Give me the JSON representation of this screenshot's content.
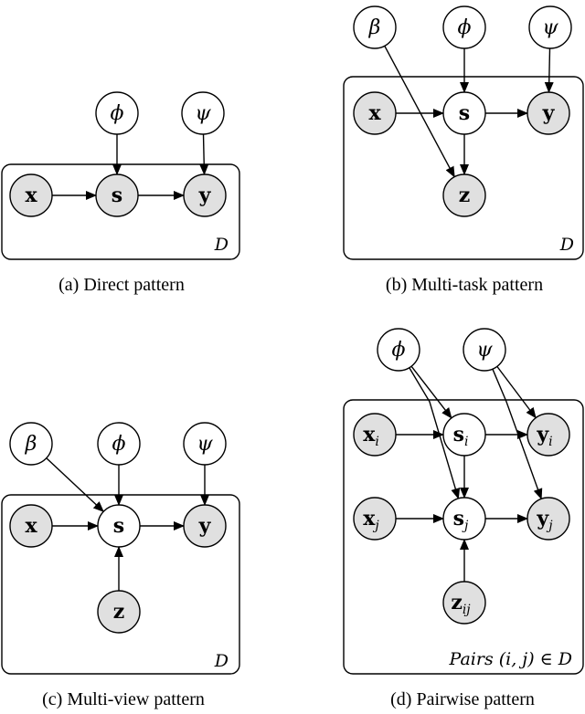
{
  "colors": {
    "observed": "#e0e0e0",
    "latent": "#ffffff",
    "stroke": "#000000"
  },
  "panels": [
    {
      "id": "a",
      "caption": "(a)  Direct pattern",
      "plate_label": "D",
      "nodes": [
        {
          "id": "phi",
          "label": "ϕ",
          "style": "italic",
          "observed": false
        },
        {
          "id": "psi",
          "label": "ψ",
          "style": "italic",
          "observed": false
        },
        {
          "id": "x",
          "label": "x",
          "style": "bold",
          "observed": true
        },
        {
          "id": "s",
          "label": "s",
          "style": "bold",
          "observed": true
        },
        {
          "id": "y",
          "label": "y",
          "style": "bold",
          "observed": true
        }
      ],
      "edges": [
        {
          "from": "x",
          "to": "s"
        },
        {
          "from": "s",
          "to": "y"
        },
        {
          "from": "phi",
          "to": "s"
        },
        {
          "from": "psi",
          "to": "y"
        }
      ]
    },
    {
      "id": "b",
      "caption": "(b)  Multi-task pattern",
      "plate_label": "D",
      "nodes": [
        {
          "id": "beta",
          "label": "β",
          "style": "italic",
          "observed": false
        },
        {
          "id": "phi",
          "label": "ϕ",
          "style": "italic",
          "observed": false
        },
        {
          "id": "psi",
          "label": "ψ",
          "style": "italic",
          "observed": false
        },
        {
          "id": "x",
          "label": "x",
          "style": "bold",
          "observed": true
        },
        {
          "id": "s",
          "label": "s",
          "style": "bold",
          "observed": false
        },
        {
          "id": "y",
          "label": "y",
          "style": "bold",
          "observed": true
        },
        {
          "id": "z",
          "label": "z",
          "style": "bold",
          "observed": true
        }
      ],
      "edges": [
        {
          "from": "x",
          "to": "s"
        },
        {
          "from": "s",
          "to": "y"
        },
        {
          "from": "phi",
          "to": "s"
        },
        {
          "from": "psi",
          "to": "y"
        },
        {
          "from": "s",
          "to": "z"
        },
        {
          "from": "beta",
          "to": "z"
        }
      ]
    },
    {
      "id": "c",
      "caption": "(c)  Multi-view pattern",
      "plate_label": "D",
      "nodes": [
        {
          "id": "beta",
          "label": "β",
          "style": "italic",
          "observed": false
        },
        {
          "id": "phi",
          "label": "ϕ",
          "style": "italic",
          "observed": false
        },
        {
          "id": "psi",
          "label": "ψ",
          "style": "italic",
          "observed": false
        },
        {
          "id": "x",
          "label": "x",
          "style": "bold",
          "observed": true
        },
        {
          "id": "s",
          "label": "s",
          "style": "bold",
          "observed": false
        },
        {
          "id": "y",
          "label": "y",
          "style": "bold",
          "observed": true
        },
        {
          "id": "z",
          "label": "z",
          "style": "bold",
          "observed": true
        }
      ],
      "edges": [
        {
          "from": "x",
          "to": "s"
        },
        {
          "from": "s",
          "to": "y"
        },
        {
          "from": "phi",
          "to": "s"
        },
        {
          "from": "psi",
          "to": "y"
        },
        {
          "from": "beta",
          "to": "s"
        },
        {
          "from": "z",
          "to": "s"
        }
      ]
    },
    {
      "id": "d",
      "caption": "(d)  Pairwise pattern",
      "plate_label": "Pairs (i, j) ∈ D",
      "nodes": [
        {
          "id": "phi",
          "label": "ϕ",
          "sub": "",
          "style": "italic",
          "observed": false
        },
        {
          "id": "psi",
          "label": "ψ",
          "sub": "",
          "style": "italic",
          "observed": false
        },
        {
          "id": "xi",
          "label": "x",
          "sub": "i",
          "style": "bold",
          "observed": true
        },
        {
          "id": "si",
          "label": "s",
          "sub": "i",
          "style": "bold",
          "observed": false
        },
        {
          "id": "yi",
          "label": "y",
          "sub": "i",
          "style": "bold",
          "observed": true
        },
        {
          "id": "xj",
          "label": "x",
          "sub": "j",
          "style": "bold",
          "observed": true
        },
        {
          "id": "sj",
          "label": "s",
          "sub": "j",
          "style": "bold",
          "observed": false
        },
        {
          "id": "yj",
          "label": "y",
          "sub": "j",
          "style": "bold",
          "observed": true
        },
        {
          "id": "zij",
          "label": "z",
          "sub": "ij",
          "style": "bold",
          "observed": true
        }
      ],
      "edges": [
        {
          "from": "xi",
          "to": "si"
        },
        {
          "from": "si",
          "to": "yi"
        },
        {
          "from": "xj",
          "to": "sj"
        },
        {
          "from": "sj",
          "to": "yj"
        },
        {
          "from": "si",
          "to": "sj"
        },
        {
          "from": "zij",
          "to": "sj"
        },
        {
          "from": "phi",
          "to": "si"
        },
        {
          "from": "phi",
          "to": "sj"
        },
        {
          "from": "psi",
          "to": "yi"
        },
        {
          "from": "psi",
          "to": "yj"
        }
      ]
    }
  ]
}
